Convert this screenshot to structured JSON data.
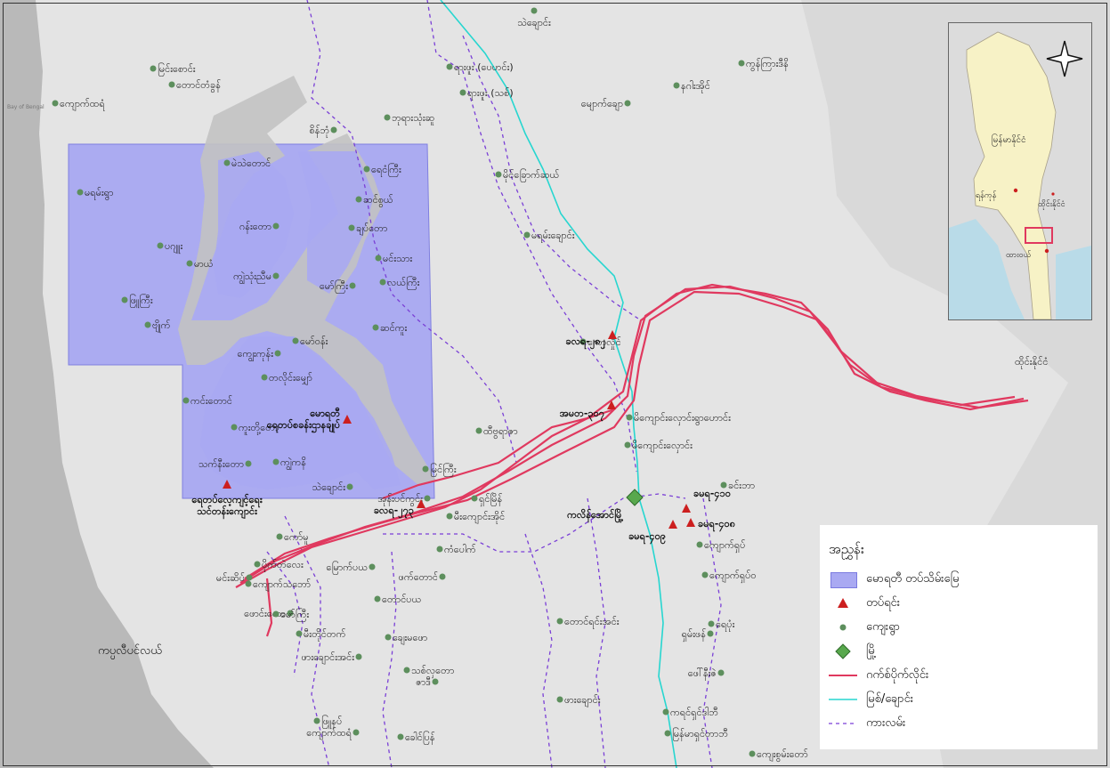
{
  "map": {
    "colors": {
      "land": "#e4e4e4",
      "sea": "#b9b9b9",
      "hills": "#d6d6d6",
      "concession": "#a9a9f2",
      "concession_border": "#7a7ae0",
      "pipeline": "#e0395f",
      "river": "#27d6d0",
      "road": "#7a3fd6",
      "mine": "#cc1f1f",
      "village": "#5d8f5d",
      "town": "#58a84d"
    },
    "labels": {
      "sea": "Bay of Bengal",
      "thai_border": "ထိုင်းနိုင်ငံ",
      "kyaikmaraw_area": "ကပ္ပလီပင်လယ်"
    },
    "villages": [
      {
        "name": "သဲချောင်း"
      },
      {
        "name": "မြင်းစောင်း"
      },
      {
        "name": "ရားဖူး (ပေဟင်း)"
      },
      {
        "name": "ကွန်ကြားဒီနိ"
      },
      {
        "name": "တောင်တံခွန်"
      },
      {
        "name": "ကျောက်ထရံ"
      },
      {
        "name": "ရားဖူး (သစ်)"
      },
      {
        "name": "နဂါးအိုင်"
      },
      {
        "name": "မျောက်ချော"
      },
      {
        "name": "စိန်ဘုံ"
      },
      {
        "name": "ဘုရားသုံးဆူ"
      },
      {
        "name": "မဲသဲတောင်"
      },
      {
        "name": "ရေငံကြီး"
      },
      {
        "name": "မိုင်ခြောက်ဆယ်"
      },
      {
        "name": "မရမ်းရွာ"
      },
      {
        "name": "ဆင်စွယ်"
      },
      {
        "name": "ပဂျူး"
      },
      {
        "name": "ချပ်တော"
      },
      {
        "name": "ဂန်းတော"
      },
      {
        "name": "မရမ်းချောင်း"
      },
      {
        "name": "မာယံ"
      },
      {
        "name": "မင်းသား"
      },
      {
        "name": "ကျွဲသုံးညီမ"
      },
      {
        "name": "လယ်ကြီး"
      },
      {
        "name": "မော်ကြီး"
      },
      {
        "name": "ဖြူကြီး"
      },
      {
        "name": "ဗျိုက်"
      },
      {
        "name": "မော်ဝန်း"
      },
      {
        "name": "ကော့လှိုင်"
      },
      {
        "name": "ကျွေးကုန်း"
      },
      {
        "name": "ဆင်ကူး"
      },
      {
        "name": "တလိုင်းမျှော်"
      },
      {
        "name": "ကင်းတောင်"
      },
      {
        "name": "မိကျောင်းလှောင်းရွာဟောင်း"
      },
      {
        "name": "ကူးတို့တော"
      },
      {
        "name": "ထီဗွရာဇာ"
      },
      {
        "name": "မိကျောင်းလှောင်း"
      },
      {
        "name": "သက်နီးတော"
      },
      {
        "name": "ကျွဲကနိ"
      },
      {
        "name": "မြင်ကြီး"
      },
      {
        "name": "သဲချောင်း"
      },
      {
        "name": "အုန်းပင်ကွင်း"
      },
      {
        "name": "ရှင်မြိန်"
      },
      {
        "name": "ခင်းဘာ"
      },
      {
        "name": "ကော်မူ"
      },
      {
        "name": "မီးကျောင်းအိုင်"
      },
      {
        "name": "ကျောက်ရှပ်"
      },
      {
        "name": "ပိုက်တဲလေး"
      },
      {
        "name": "ကံပေါက်"
      },
      {
        "name": "မြောက်ပယ"
      },
      {
        "name": "မင်းဆိပ်"
      },
      {
        "name": "ကျောက်သဘော်"
      },
      {
        "name": "ဖက်တောင်"
      },
      {
        "name": "ကျောက်ရှပ်ဝ"
      },
      {
        "name": "တောင်ပယ"
      },
      {
        "name": "ဖောင်းတော"
      },
      {
        "name": "မော်ကြီး"
      },
      {
        "name": "တောင်ရင်းအင်း"
      },
      {
        "name": "ရေပုံး"
      },
      {
        "name": "မီးတိုင်တက်"
      },
      {
        "name": "ရှမ်းဖန်"
      },
      {
        "name": "ချေးမဖော"
      },
      {
        "name": "ဖေါ်နီးဇဲ"
      },
      {
        "name": "ဖားချောင်းအင်း"
      },
      {
        "name": "သစ်လှတော"
      },
      {
        "name": "ဇာဒီ"
      },
      {
        "name": "ဖားချောင်း"
      },
      {
        "name": "ကရင်ရှင်ဒါဘီ"
      },
      {
        "name": "ဖြူနပ်"
      },
      {
        "name": "ကျောက်ထရံ"
      },
      {
        "name": "ခေါင်ပြန်"
      },
      {
        "name": "မြန်မာရှင်တာဘီ"
      },
      {
        "name": "ကျေးစွမ်းတော်"
      }
    ],
    "mines": [
      {
        "name": "ခလရ-၂၈၂"
      },
      {
        "name": "အမတ-၃၀၇"
      },
      {
        "name": "မောရတီ\nရေတပ်စခန်းဌာနချုပ်"
      },
      {
        "name": "ရေတပ်လေ့ကျင့်ရေး\nသင်တန်းကျောင်း"
      },
      {
        "name": "ခလရ-၂၇၃"
      },
      {
        "name": "ခမရ-၄၁၀"
      },
      {
        "name": "ခမရ-၄၀၈"
      },
      {
        "name": "ခမရ-၄၀၉"
      }
    ],
    "towns": [
      {
        "name": "ကလိန်အောင်မြို့"
      }
    ]
  },
  "legend": {
    "title": "အညွှန်း",
    "items": [
      {
        "label": "မောရတီ တပ်သိမ်းမြေ",
        "symbol": "concession-area"
      },
      {
        "label": "တပ်ရင်း",
        "symbol": "mine-triangle"
      },
      {
        "label": "ကျေးရွာ",
        "symbol": "village-dot"
      },
      {
        "label": "မြို့",
        "symbol": "town-diamond"
      },
      {
        "label": "ဂက်စ်ပိုက်လိုင်း",
        "symbol": "pipeline-line"
      },
      {
        "label": "မြစ်/ချောင်း",
        "symbol": "river-line"
      },
      {
        "label": "ကားလမ်း",
        "symbol": "road-dashed"
      }
    ]
  },
  "inset": {
    "country_label": "မြန်မာနိုင်ငံ",
    "yangon": "ရန်ကုန်",
    "thailand": "ထိုင်းနိုင်ငံ",
    "dawei": "ထားဝယ်"
  }
}
